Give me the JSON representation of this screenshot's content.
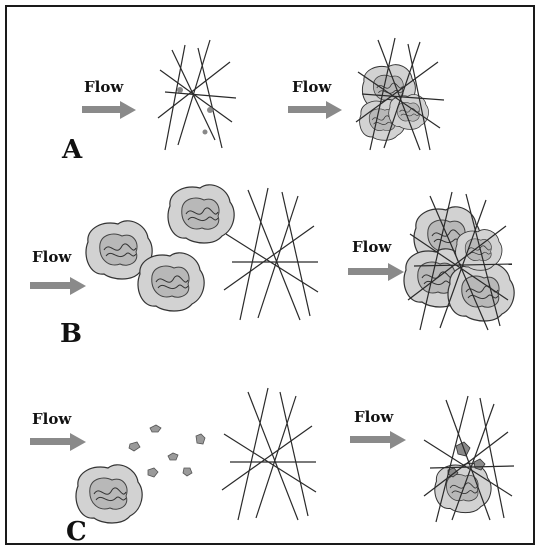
{
  "panels": [
    {
      "label": "A",
      "flow_labels": [
        "Flow",
        "Flow"
      ]
    },
    {
      "label": "B",
      "flow_labels": [
        "Flow",
        "Flow"
      ]
    },
    {
      "label": "C",
      "flow_labels": [
        "Flow",
        "Flow"
      ]
    }
  ],
  "colors": {
    "frame": "#1a1a1a",
    "arrow": "#8a8a8a",
    "fiber": "#2a2a2a",
    "particle_fill": "#d2d2d2",
    "particle_inner": "#b8b8b8",
    "background": "#ffffff"
  }
}
